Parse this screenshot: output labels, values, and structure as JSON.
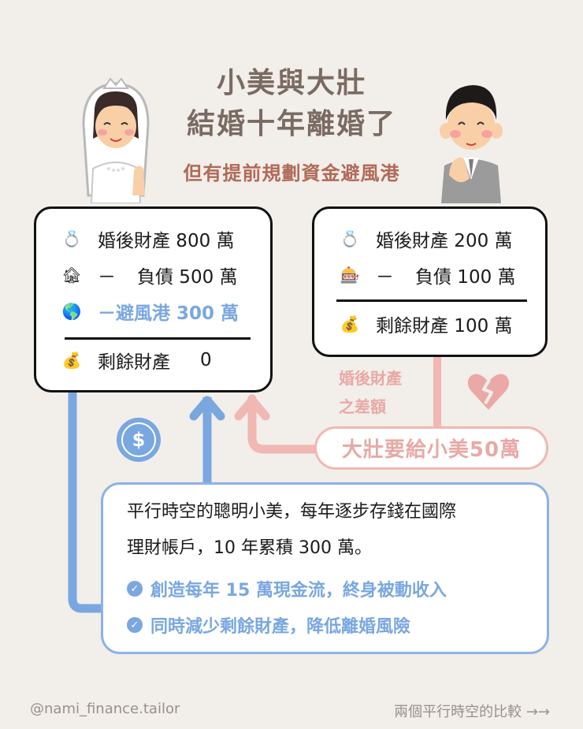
{
  "header": {
    "title_line1": "小美與大壯",
    "title_line2": "結婚十年離婚了",
    "subtitle": "但有提前規劃資金避風港"
  },
  "characters": {
    "left": "bride-illustration",
    "right": "groom-illustration"
  },
  "left_card": {
    "rows": [
      {
        "icon": "ring-icon",
        "glyph": "💍",
        "label": "婚後財產 800 萬"
      },
      {
        "icon": "derelict-house-icon",
        "glyph": "🏚",
        "minus": "－",
        "label": "負債 500 萬"
      },
      {
        "icon": "globe-icon",
        "glyph": "🌎",
        "label": "－避風港 300 萬"
      }
    ],
    "result": {
      "icon": "money-bag-icon",
      "glyph": "💰",
      "label": "剩餘財產",
      "value": "0"
    }
  },
  "right_card": {
    "rows": [
      {
        "icon": "ring-icon",
        "glyph": "💍",
        "label": "婚後財產 200 萬"
      },
      {
        "icon": "slot-machine-icon",
        "glyph": "🎰",
        "minus": "－",
        "label": "負債 100 萬"
      }
    ],
    "result": {
      "icon": "money-bag-icon",
      "glyph": "💰",
      "label": "剩餘財產 100 萬"
    }
  },
  "difference": {
    "label_line1": "婚後財產",
    "label_line2": "之差額",
    "icon": "broken-heart-icon",
    "pill": "大壯要給小美50萬"
  },
  "parallel_box": {
    "line1": "平行時空的聰明小美，每年逐步存錢在國際",
    "line2": "理財帳戶，10 年累積 300 萬。",
    "checks": [
      "創造每年 15 萬現金流，終身被動收入",
      "同時減少剩餘財產，降低離婚風險"
    ]
  },
  "footer": {
    "handle": "@nami_finance.tailor",
    "next": "兩個平行時空的比較 →→"
  },
  "colors": {
    "background": "#f2eeea",
    "title": "#7a6b62",
    "subtitle": "#b06a57",
    "blue": "#7aa7e0",
    "pink": "#e8a9a5"
  }
}
